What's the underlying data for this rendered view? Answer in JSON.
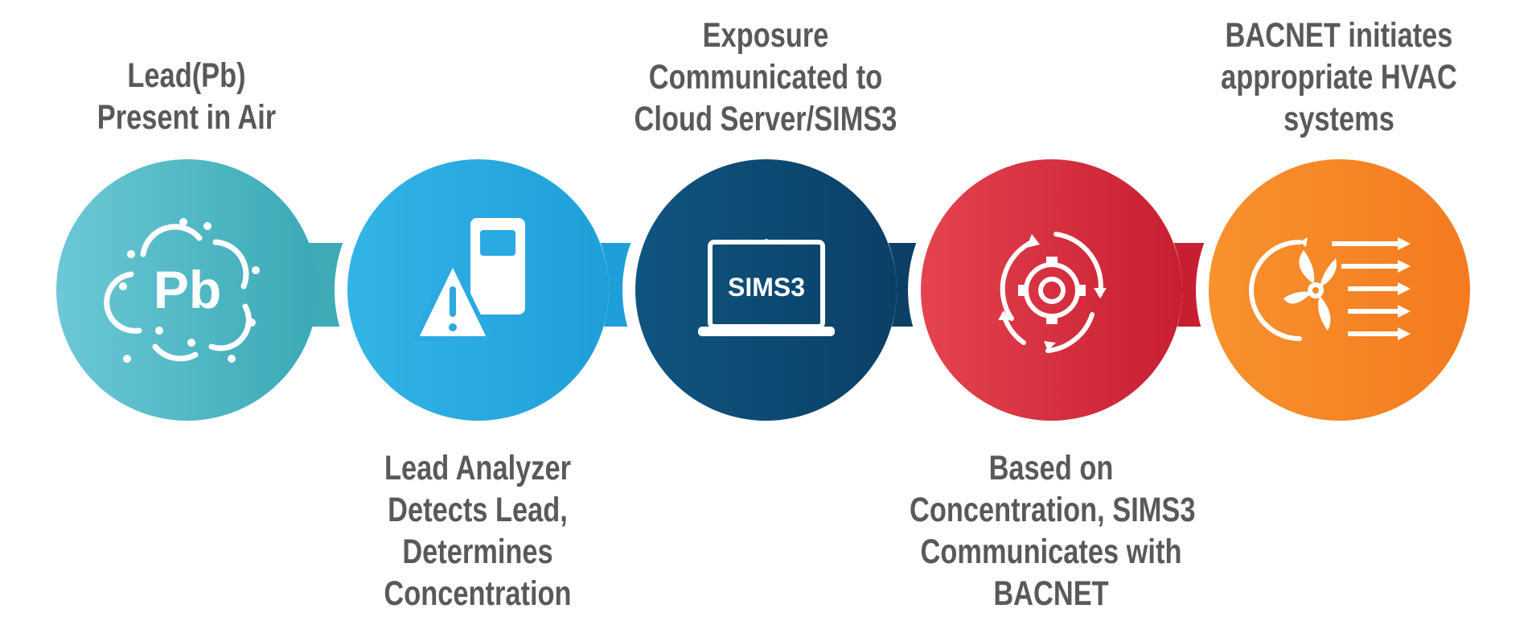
{
  "steps": [
    {
      "label_lines": [
        "Lead(Pb)",
        "Present in Air"
      ],
      "icon": "lead-cloud-icon",
      "icon_text": "Pb",
      "color_from": "#6cc8d6",
      "color_to": "#3aa9b5"
    },
    {
      "label_lines": [
        "Lead Analyzer",
        "Detects Lead,",
        "Determines",
        "Concentration"
      ],
      "icon": "analyzer-warning-icon",
      "color_from": "#33b4e6",
      "color_to": "#1f9fd9"
    },
    {
      "label_lines": [
        "Exposure",
        "Communicated to",
        "Cloud Server/SIMS3"
      ],
      "icon": "laptop-icon",
      "icon_text": "SIMS3",
      "color_from": "#0f5580",
      "color_to": "#0b3f66"
    },
    {
      "label_lines": [
        "Based on",
        "Concentration, SIMS3",
        "Communicates with",
        "BACNET"
      ],
      "icon": "gear-cycle-icon",
      "color_from": "#e4434f",
      "color_to": "#c81e32"
    },
    {
      "label_lines": [
        "BACNET initiates",
        "appropriate HVAC",
        "systems"
      ],
      "icon": "fan-airflow-icon",
      "color_from": "#f7922d",
      "color_to": "#f47a1f"
    }
  ]
}
